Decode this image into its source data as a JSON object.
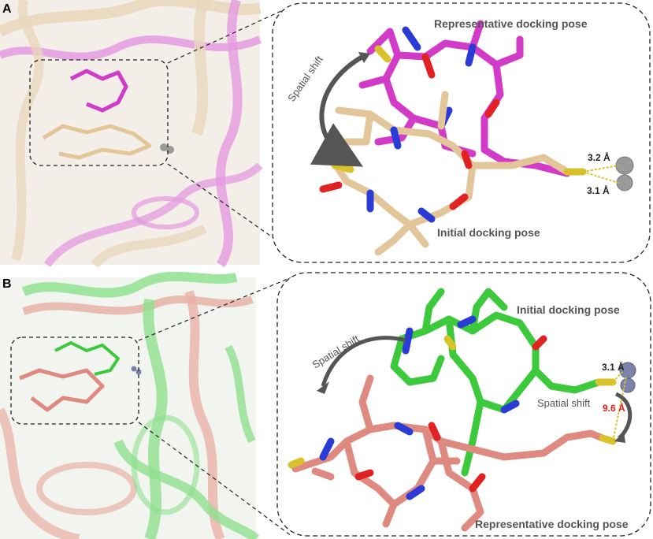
{
  "panels": [
    {
      "letter": "A",
      "pose_top": "Representative docking pose",
      "pose_bottom": "Initial docking pose",
      "shift": "Spatial shift",
      "dist1": "3.2 Å",
      "dist2": "3.1 Å"
    },
    {
      "letter": "B",
      "pose_top": "Initial docking pose",
      "pose_bottom": "Representative docking pose",
      "shift1": "Spatial shift",
      "shift2": "Spatial shift",
      "dist1": "3.1 Å",
      "dist2": "9.6 Å"
    }
  ],
  "colors": {
    "magenta_stick": "#d23ac8",
    "tan_stick": "#e3c59a",
    "green_stick": "#3cc93c",
    "salmon_stick": "#de8a80",
    "nitrogen": "#2b3bd6",
    "oxygen": "#e02222",
    "sulfur": "#d9c12a",
    "metal_gray": "#9a9a9a",
    "metal_slate": "#7d82a8",
    "ribbon_magenta": "#e39ae0",
    "ribbon_tan": "#e8d7bd",
    "ribbon_green": "#90e090",
    "ribbon_salmon": "#e8b2a6"
  }
}
